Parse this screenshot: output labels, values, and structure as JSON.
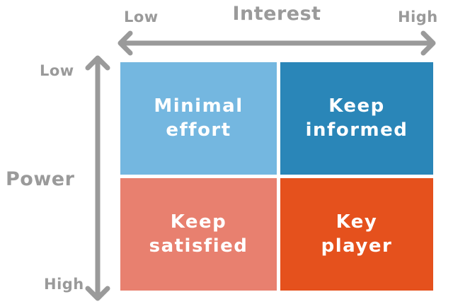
{
  "background": "#ffffff",
  "colors": {
    "axis_gray": "#9a9a9a",
    "quadrant_text": "#ffffff",
    "light_blue": "#74b7e0",
    "dark_blue": "#2a86b8",
    "salmon": "#e8806f",
    "orange": "#e5511d"
  },
  "x_axis": {
    "title": "Interest",
    "low_label": "Low",
    "high_label": "High"
  },
  "y_axis": {
    "title": "Power",
    "low_label": "Low",
    "high_label": "High"
  },
  "quadrants": [
    {
      "position": "top-left",
      "interest": "Low",
      "power": "Low",
      "color": "#74b7e0",
      "lines": [
        "Minimal",
        "effort"
      ]
    },
    {
      "position": "top-right",
      "interest": "High",
      "power": "Low",
      "color": "#2a86b8",
      "lines": [
        "Keep",
        "informed"
      ]
    },
    {
      "position": "bottom-left",
      "interest": "Low",
      "power": "High",
      "color": "#e8806f",
      "lines": [
        "Keep",
        "satisfied"
      ]
    },
    {
      "position": "bottom-right",
      "interest": "High",
      "power": "High",
      "color": "#e5511d",
      "lines": [
        "Key",
        "player"
      ]
    }
  ]
}
